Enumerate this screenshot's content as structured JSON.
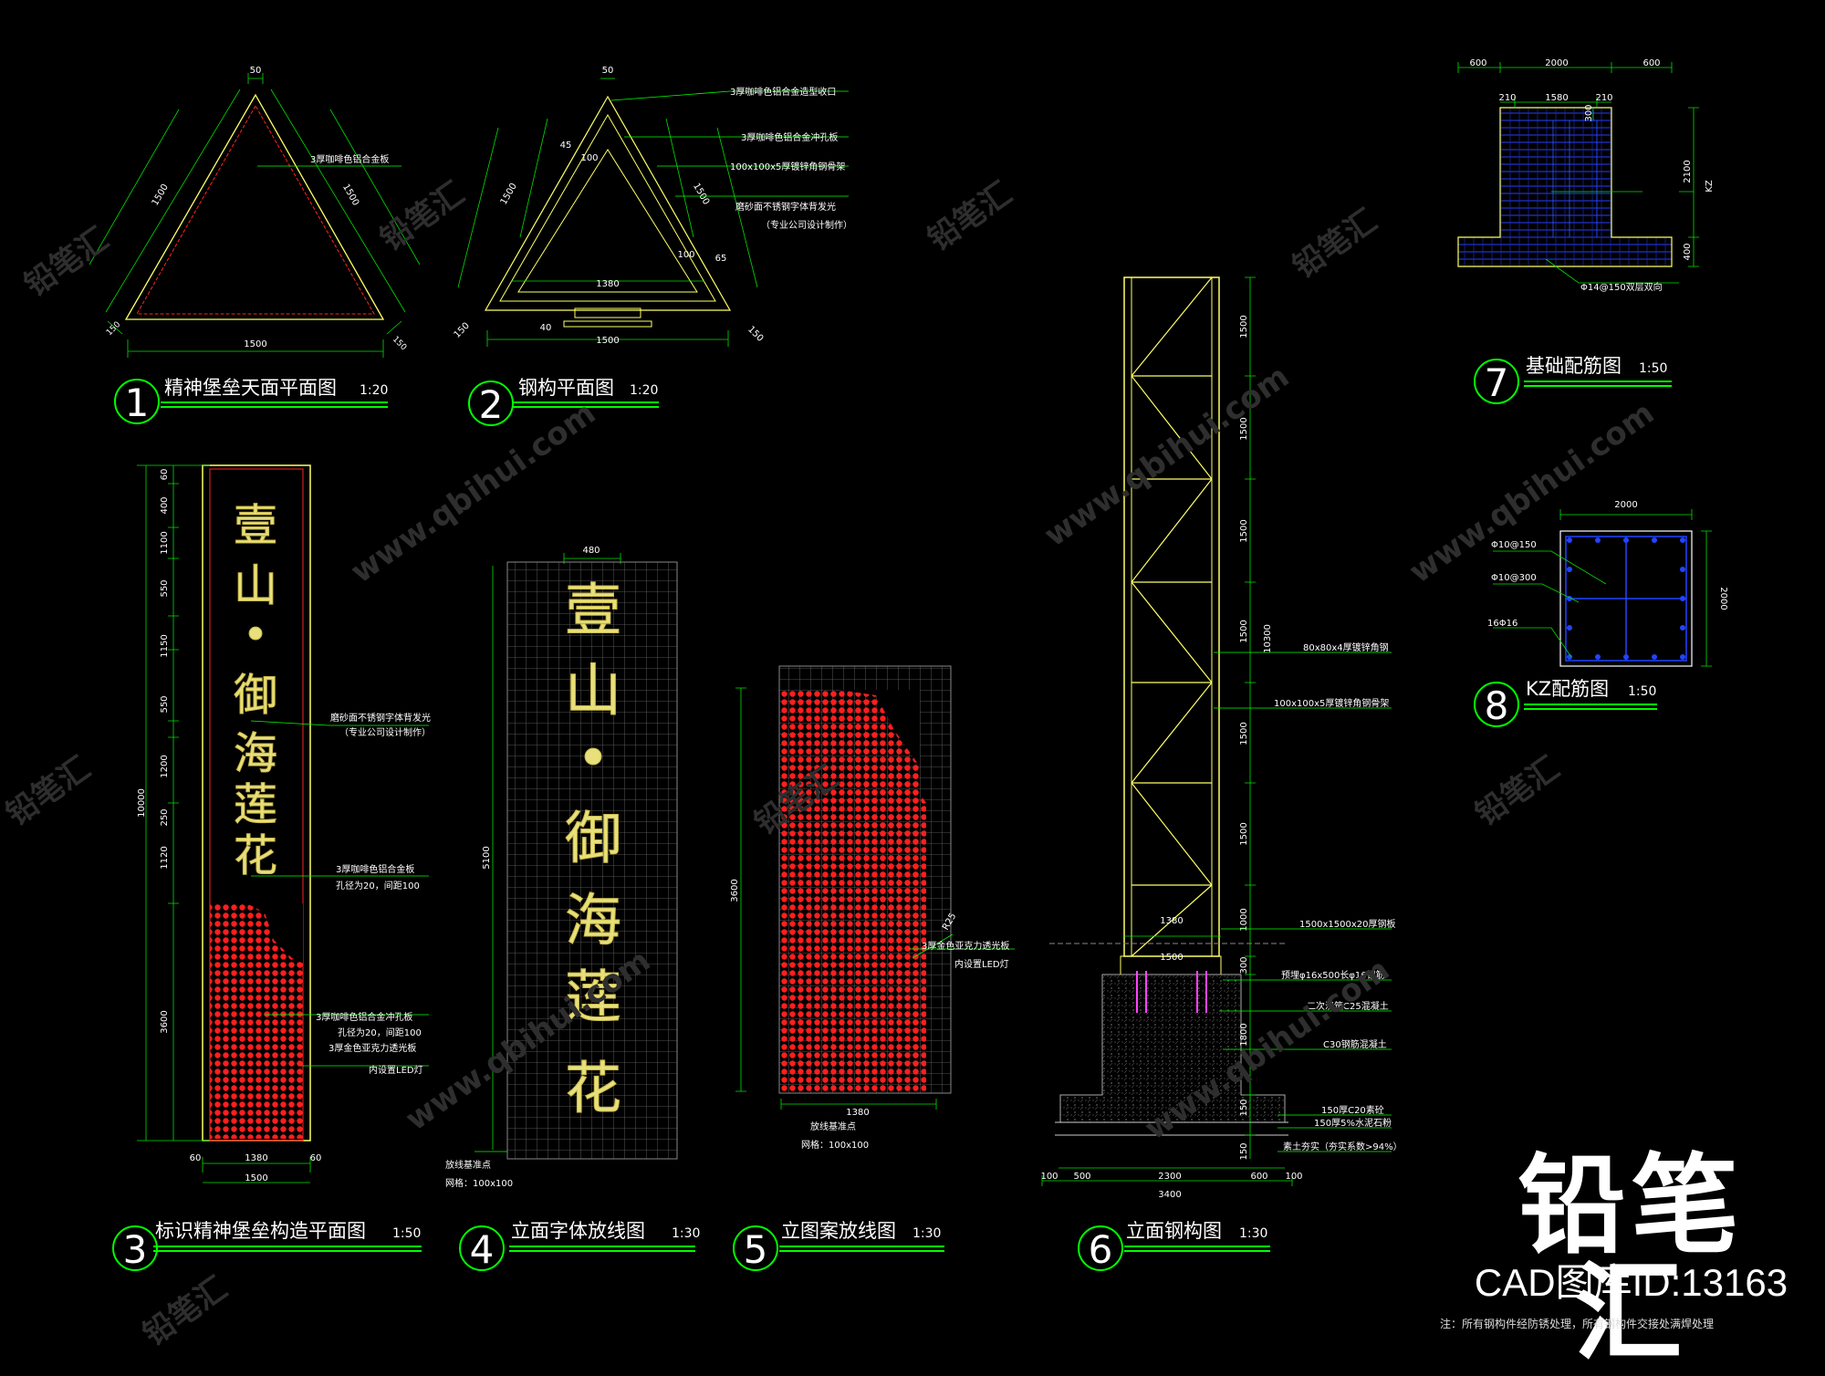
{
  "colors": {
    "background": "#000000",
    "dim": "#00e000",
    "outline": "#ffff66",
    "accent": "#ff2222",
    "leader": "#00ff00",
    "rebar": "#2233ff"
  },
  "watermarks": [
    "铅笔汇",
    "www.qbihui.com"
  ],
  "drawings": {
    "d1": {
      "num": "1",
      "title": "精神堡垒天面平面图",
      "scale": "1:20",
      "top": "50",
      "side_l": "1500",
      "side_r": "1500",
      "base": "1500",
      "corner_l": "150",
      "corner_r": "150",
      "note": "3厚咖啡色铝合金板"
    },
    "d2": {
      "num": "2",
      "title": "钢构平面图",
      "scale": "1:20",
      "top": "50",
      "side_l": "1500",
      "side_r": "1500",
      "base": "1500",
      "inner": "1380",
      "d45": "45",
      "d100": "100",
      "d100b": "100",
      "d40": "40",
      "d65": "65",
      "corner_l": "150",
      "corner_r": "150",
      "notes": [
        "3厚咖啡色铝合金造型收口",
        "3厚咖啡色铝合金冲孔板",
        "100x100x5厚镀锌角钢骨架",
        "磨砂面不锈钢字体背发光",
        "（专业公司设计制作）"
      ]
    },
    "d3": {
      "num": "3",
      "title": "标识精神堡垒构造平面图",
      "scale": "1:50",
      "total": "10000",
      "segs": [
        "60",
        "400",
        "1100",
        "550",
        "1150",
        "550",
        "1200",
        "250",
        "1120",
        "3600"
      ],
      "bottom": [
        "60",
        "1380",
        "60"
      ],
      "bottom_total": "1500",
      "chars": [
        "壹",
        "山",
        "•",
        "御",
        "海",
        "莲",
        "花"
      ],
      "notes": [
        "磨砂面不锈钢字体背发光",
        "（专业公司设计制作）",
        "3厚咖啡色铝合金板",
        "孔径为20，间距100",
        "3厚咖啡色铝合金冲孔板",
        "孔径为20，间距100",
        "3厚金色亚克力透光板",
        "内设置LED灯"
      ]
    },
    "d4": {
      "num": "4",
      "title": "立面字体放线图",
      "scale": "1:30",
      "width": "480",
      "height": "5100",
      "base": "放线基准点",
      "grid": "网格：100x100"
    },
    "d5": {
      "num": "5",
      "title": "立图案放线图",
      "scale": "1:30",
      "height": "3600",
      "width": "1380",
      "base": "放线基准点",
      "grid": "网格：100x100",
      "r": "R25",
      "notes": [
        "3厚金色亚克力透光板",
        "内设置LED灯"
      ]
    },
    "d6": {
      "num": "6",
      "title": "立面钢构图",
      "scale": "1:30",
      "total": "10300",
      "segs": [
        "1500",
        "1500",
        "1500",
        "1500",
        "1500",
        "1500",
        "1000"
      ],
      "foot": [
        "300",
        "1800",
        "150",
        "150"
      ],
      "bottom": [
        "100",
        "500",
        "2300",
        "600",
        "100"
      ],
      "bottom_total": "3400",
      "plate_w": "1380",
      "plate_w2": "1500",
      "notes": [
        "80x80x4厚镀锌角钢",
        "100x100x5厚镀锌角钢骨架",
        "1500x1500x20厚钢板",
        "预埋φ16x500长φ16钢筋",
        "二次浇筑C25混凝土",
        "C30钢筋混凝土",
        "150厚C20素砼",
        "150厚5%水泥石粉",
        "素土夯实（夯实系数>94%）"
      ]
    },
    "d7": {
      "num": "7",
      "title": "基础配筋图",
      "scale": "1:50",
      "top": [
        "600",
        "2000",
        "600"
      ],
      "inner": [
        "210",
        "1580",
        "210"
      ],
      "d300": "300",
      "h1": "2100",
      "h2": "400",
      "kz": "KZ",
      "note": "Φ14@150双层双向"
    },
    "d8": {
      "num": "8",
      "title": "KZ配筋图",
      "scale": "1:50",
      "w": "2000",
      "h": "2000",
      "notes": [
        "Φ10@150",
        "Φ10@300",
        "16Φ16"
      ]
    }
  },
  "brand": {
    "name": "铅笔汇",
    "id": "CAD图库ID:13163"
  },
  "footnote": "注：所有钢构件经防锈处理，所有钢构件交接处满焊处理"
}
